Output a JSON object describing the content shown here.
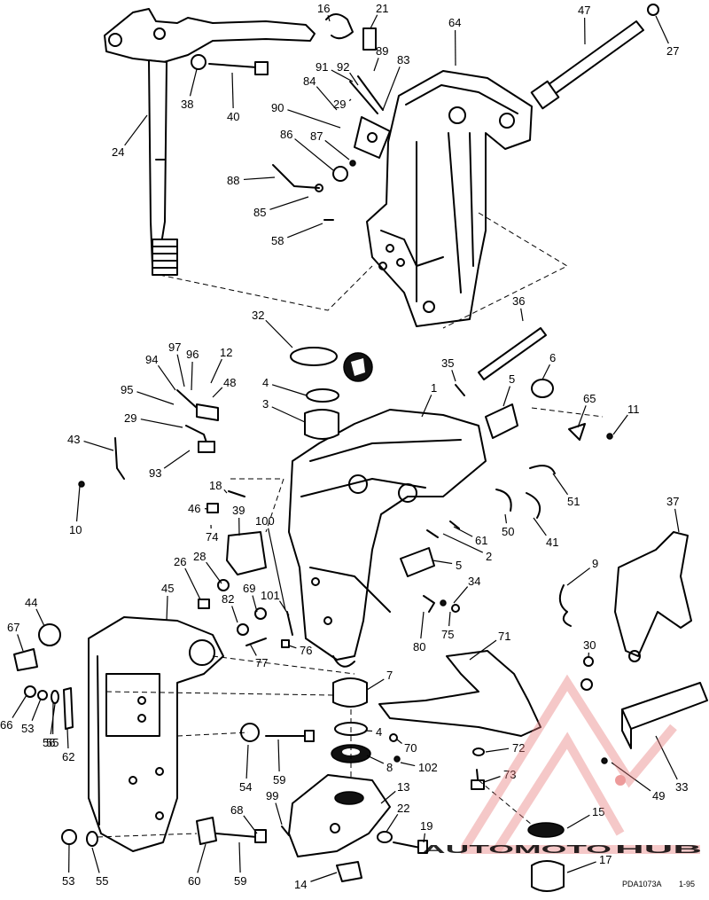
{
  "diagram": {
    "part_labels": [
      "1",
      "2",
      "3",
      "4",
      "4",
      "5",
      "5",
      "6",
      "7",
      "8",
      "9",
      "10",
      "11",
      "12",
      "13",
      "14",
      "15",
      "16",
      "17",
      "18",
      "19",
      "21",
      "22",
      "24",
      "26",
      "27",
      "28",
      "29",
      "29",
      "30",
      "32",
      "33",
      "34",
      "35",
      "36",
      "37",
      "38",
      "39",
      "40",
      "41",
      "43",
      "44",
      "45",
      "46",
      "47",
      "48",
      "49",
      "50",
      "51",
      "53",
      "53",
      "54",
      "55",
      "55",
      "56",
      "58",
      "59",
      "59",
      "60",
      "61",
      "62",
      "64",
      "65",
      "66",
      "67",
      "68",
      "69",
      "70",
      "71",
      "72",
      "73",
      "74",
      "75",
      "76",
      "77",
      "80",
      "82",
      "83",
      "84",
      "85",
      "86",
      "87",
      "88",
      "89",
      "90",
      "91",
      "92",
      "93",
      "94",
      "95",
      "96",
      "97",
      "99",
      "100",
      "101",
      "102"
    ],
    "drawing_code": "PDA1073A",
    "drawing_date": "1-95"
  },
  "watermark": {
    "brand_part1": "AUTOMOTO",
    "brand_part2": "HUB",
    "color_red": "#e06666",
    "color_orange": "#f0a23a",
    "color_gray": "#555555"
  }
}
